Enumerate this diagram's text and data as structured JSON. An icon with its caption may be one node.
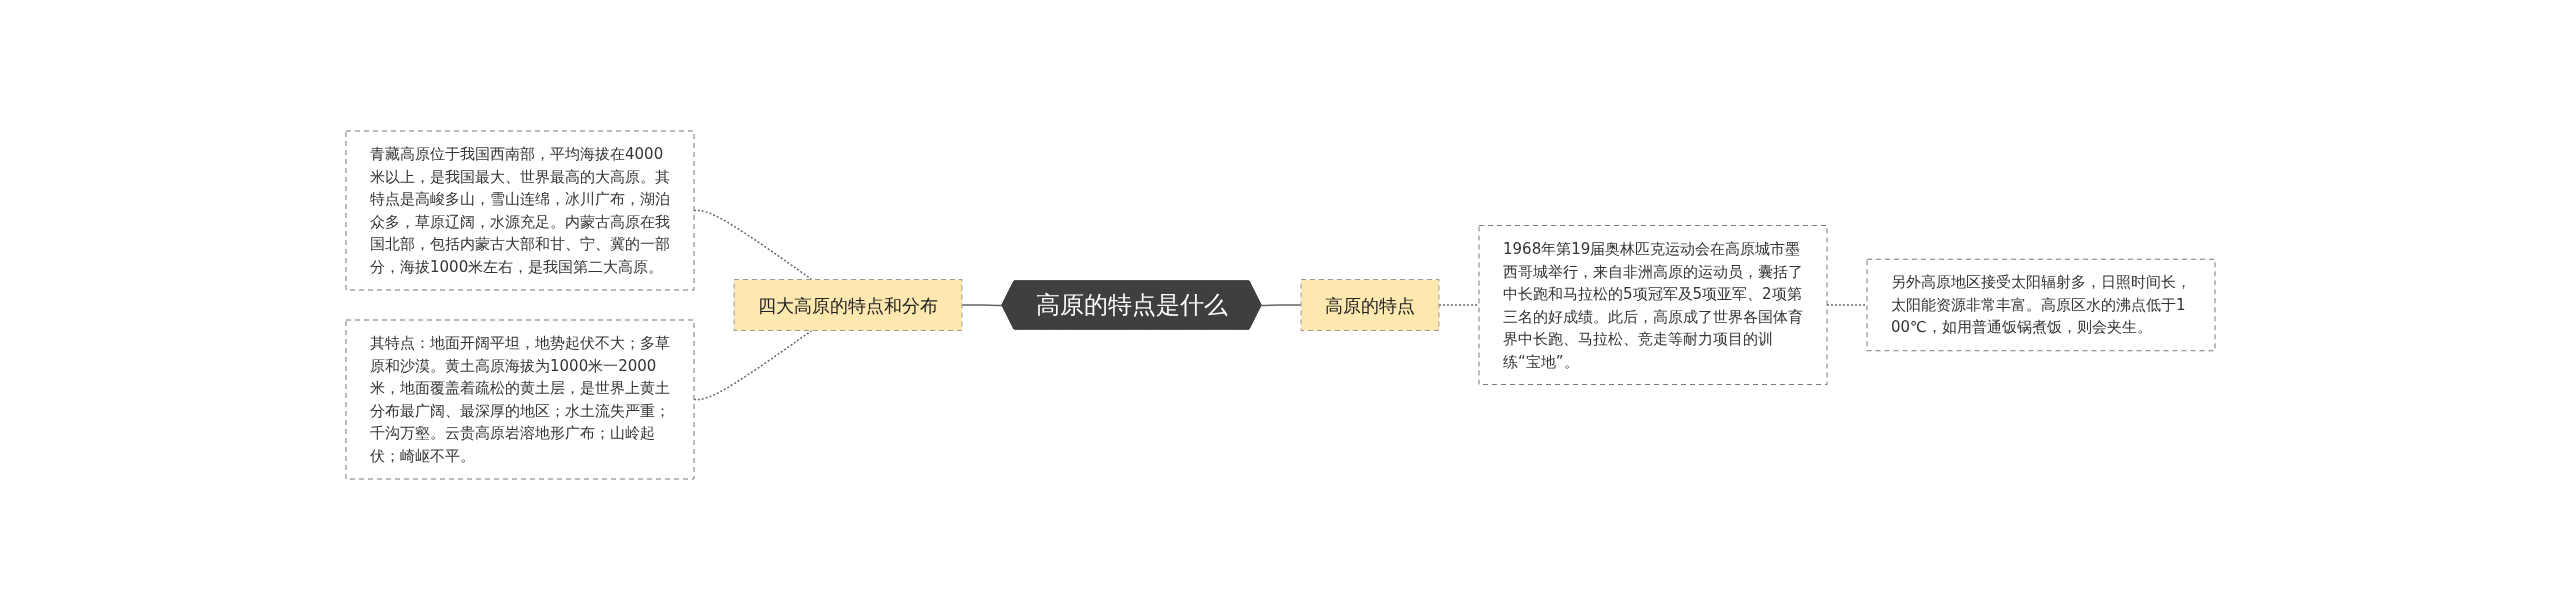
{
  "diagram": {
    "nodes": [
      {
        "text": [
          "青藏高原位于我国西南部，平均海拔在4000米以上，是我国最大、世界最高的大高原。其特点是高峻多山，雪山连绵，冰川广布，湖泊众多，草原辽阔，水源充足。内蒙古高原在我国北部，包括内蒙古大部和甘、宁、冀的一部分，海拔1000米左右，是我国第二大高原。"
        ]
      },
      {
        "text": [
          "其特点：地面开阔平坦，地势起伏不大；多草原和沙漠。黄土高原海拔为1000米一2000米，地面覆盖着疏松的黄土层，是世界上黄土分布最广阔、最深厚的地区；水土流失严重；千沟万壑。云贵高原岩溶地形广布；山岭起伏；崎岖不平。"
        ]
      },
      {
        "text": [
          "四大高原的特点和分布"
        ]
      },
      {
        "text": [
          "高原的特点是什么"
        ]
      },
      {
        "text": [
          "高原的特点"
        ]
      },
      {
        "text": [
          "1968年第19届奥林匹克运动会在高原城市墨西哥城举行，来自非洲高原的运动员，囊括了中长跑和马拉松的5项冠军及5项亚军、2项第三名的好成绩。此后，高原成了世界各国体育界中长跑、马拉松、竞走等耐力项目的训练“宝地”。"
        ]
      },
      {
        "text": [
          "另外高原地区接受太阳辐射多，日照时间长，太阳能资源非常丰富。高原区水的沸点低于100℃，如用普通饭锅煮饭，则会夹生。"
        ]
      }
    ],
    "edges": [
      {
        "from": 0,
        "to": 2,
        "arrow": "none",
        "style": "dashed"
      },
      {
        "from": 1,
        "to": 2,
        "arrow": "none",
        "style": "dashed"
      },
      {
        "from": 2,
        "to": 3,
        "arrow": "none"
      },
      {
        "from": 3,
        "to": 4,
        "arrow": "none"
      },
      {
        "from": 4,
        "to": 5,
        "arrow": "none",
        "style": "dashed"
      },
      {
        "from": 5,
        "to": 6,
        "arrow": "none",
        "style": "dashed"
      }
    ]
  }
}
